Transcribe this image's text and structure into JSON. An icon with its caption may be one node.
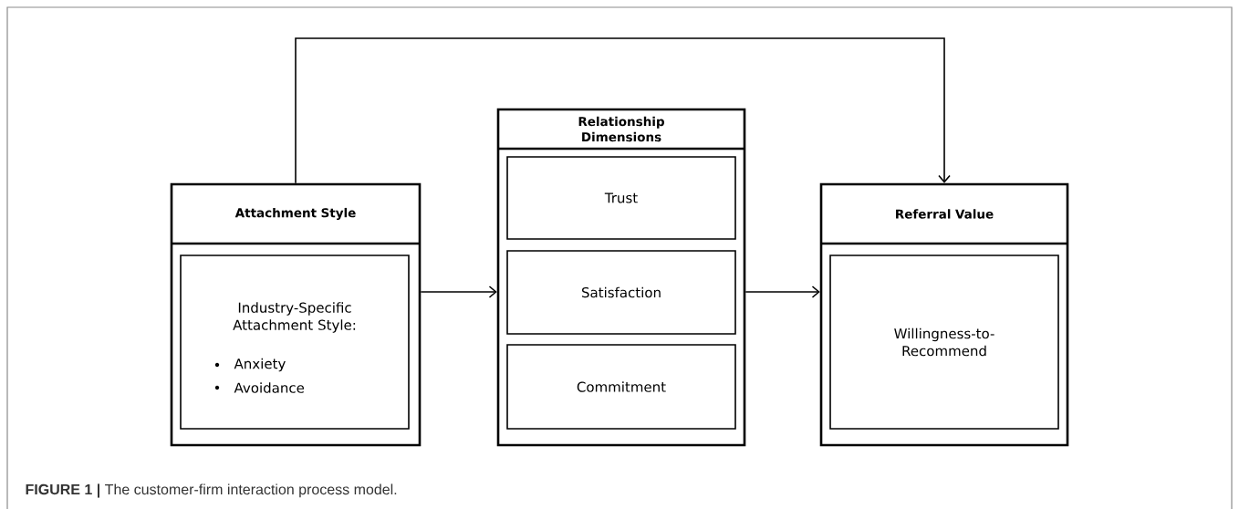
{
  "diagram": {
    "caption": "**FIGURE 1 |** The customer-firm interaction process model.",
    "nodes": [
      {
        "text": [
          "Attachment Style"
        ]
      },
      {
        "text": [
          "Industry-Specific Attachment Style:",
          "Anxiety",
          "Avoidance"
        ],
        "in": 0
      },
      {
        "text": [
          "Relationship Dimensions"
        ]
      },
      {
        "text": [
          "Trust"
        ],
        "in": 2
      },
      {
        "text": [
          "Satisfaction"
        ],
        "in": 2
      },
      {
        "text": [
          "Commitment"
        ],
        "in": 2
      },
      {
        "text": [
          "Referral Value"
        ]
      },
      {
        "text": [
          "Willingness-to-Recommend"
        ],
        "in": 6
      }
    ],
    "edges": [
      {
        "from": 0,
        "to": 2,
        "arrow": "to"
      },
      {
        "from": 2,
        "to": 6,
        "arrow": "to"
      },
      {
        "from": 0,
        "to": 6,
        "arrow": "to"
      }
    ]
  }
}
